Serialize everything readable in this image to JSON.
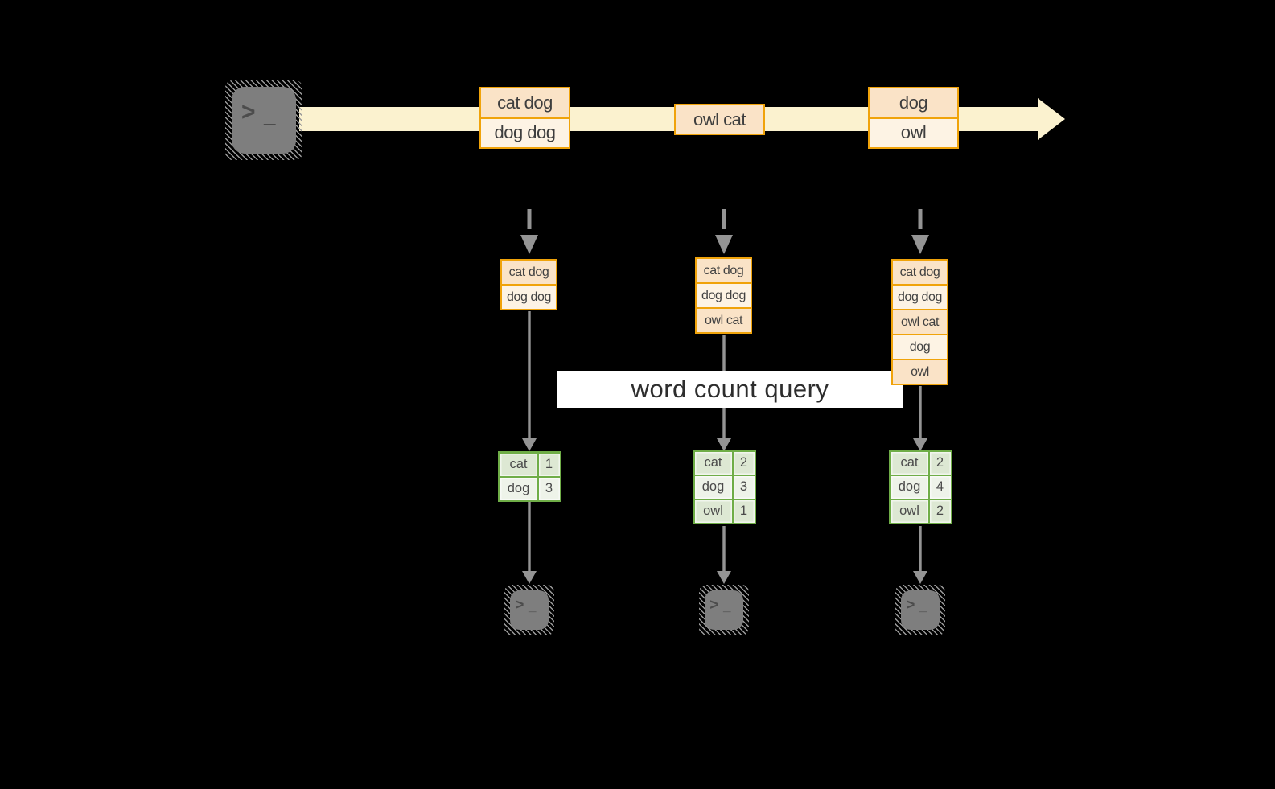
{
  "diagram": {
    "query_label": "word count query",
    "stream": {
      "events": [
        {
          "rows": [
            "cat dog",
            "dog dog"
          ]
        },
        {
          "rows": [
            "owl cat"
          ]
        },
        {
          "rows": [
            "dog",
            "owl"
          ]
        }
      ]
    },
    "tasks": [
      {
        "buffer": [
          "cat dog",
          "dog dog"
        ],
        "counts": [
          [
            "cat",
            "1"
          ],
          [
            "dog",
            "3"
          ]
        ]
      },
      {
        "buffer": [
          "cat dog",
          "dog dog",
          "owl cat"
        ],
        "counts": [
          [
            "cat",
            "2"
          ],
          [
            "dog",
            "3"
          ],
          [
            "owl",
            "1"
          ]
        ]
      },
      {
        "buffer": [
          "cat dog",
          "dog dog",
          "owl cat",
          "dog",
          "owl"
        ],
        "counts": [
          [
            "cat",
            "2"
          ],
          [
            "dog",
            "4"
          ],
          [
            "owl",
            "2"
          ]
        ]
      }
    ],
    "icons": {
      "source": "terminal-icon",
      "sink": "terminal-icon",
      "prompt": ">",
      "cursor": "_"
    },
    "colors": {
      "background": "#000000",
      "stream_band": "#fbf2cf",
      "event_border_gold": "#f0a30a",
      "event_fill_peach": "#fae3c7",
      "event_fill_cream": "#fdf3e4",
      "table_border_green": "#6fad47",
      "table_fill_dark": "#dde8d3",
      "table_fill_light": "#eef3e9",
      "arrow_gray": "#949494",
      "banner_bg": "#ffffff",
      "terminal_gray": "#7e7e7e"
    }
  }
}
